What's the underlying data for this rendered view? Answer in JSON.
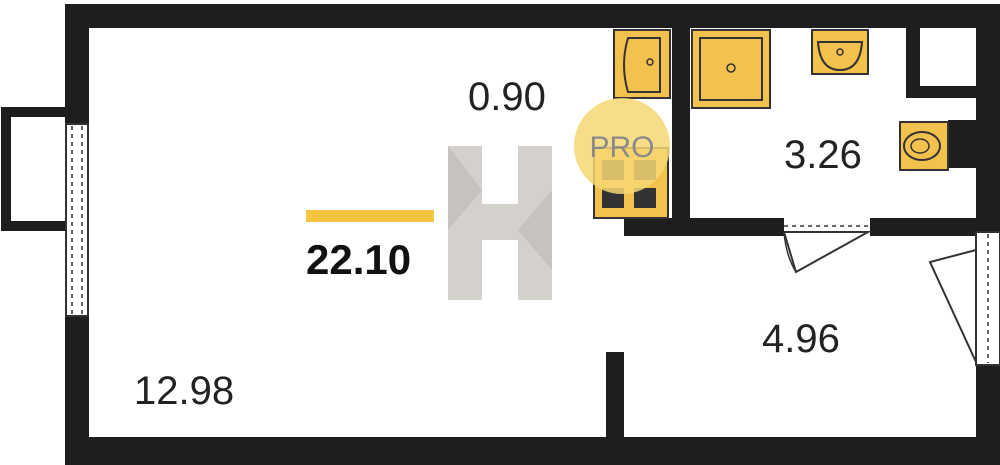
{
  "plan": {
    "total_area": "22.10",
    "rooms": [
      {
        "id": "living",
        "area": "12.98"
      },
      {
        "id": "kitchen",
        "area": "0.90"
      },
      {
        "id": "bathroom",
        "area": "3.26"
      },
      {
        "id": "hall",
        "area": "4.96"
      }
    ],
    "badge": "PRO"
  },
  "colors": {
    "wall": "#1e1e1e",
    "fixture_fill": "#f2c14e",
    "accent_bar": "#f5c542",
    "badge_circle": "#f7d774",
    "logo": "#d4d0cc"
  },
  "icons": [
    "sink-icon",
    "shower-icon",
    "washbasin-icon",
    "toilet-icon",
    "stove-icon",
    "door-icon",
    "window-icon",
    "watermark-logo"
  ]
}
